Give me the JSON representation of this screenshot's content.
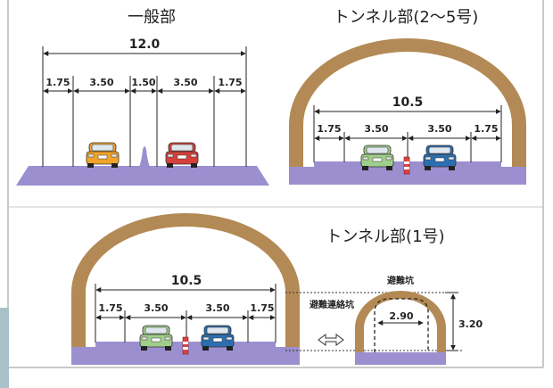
{
  "colors": {
    "road": "#9c8fcf",
    "tunnel_lining": "#b38a55",
    "car_yellow": "#f2a42a",
    "car_red": "#d6403a",
    "car_green": "#9fcf8a",
    "car_blue": "#2c6fb0",
    "bollard": "#e04040",
    "frame": "#b9b9b9"
  },
  "sections": {
    "general": {
      "title": "一般部",
      "total": "12.0",
      "dims": [
        "1.75",
        "3.50",
        "1.50",
        "3.50",
        "1.75"
      ]
    },
    "tunnel_2_5": {
      "title": "トンネル部(2～5号)",
      "total": "10.5",
      "dims": [
        "1.75",
        "3.50",
        "3.50",
        "1.75"
      ]
    },
    "tunnel_1": {
      "title": "トンネル部(1号)",
      "total": "10.5",
      "dims": [
        "1.75",
        "3.50",
        "3.50",
        "1.75"
      ],
      "connection_label": "避難連絡坑",
      "evac_label": "避難坑",
      "evac_width": "2.90",
      "evac_height": "3.20"
    }
  },
  "icons": {
    "car": "car-icon",
    "bollard": "bollard-icon",
    "double_arrow": "double-arrow-icon"
  }
}
